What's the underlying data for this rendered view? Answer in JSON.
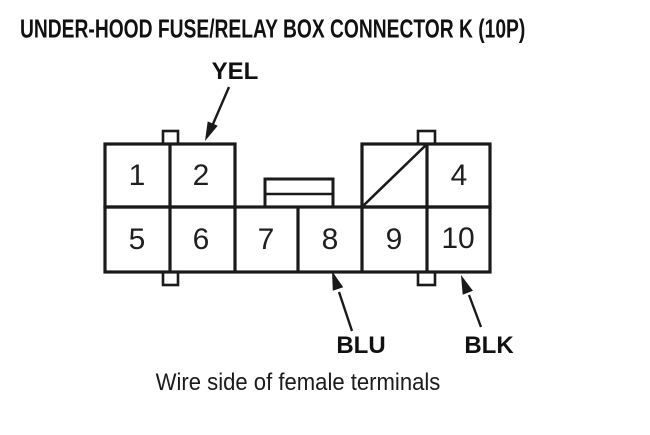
{
  "title": "UNDER-HOOD FUSE/RELAY BOX CONNECTOR K (10P)",
  "caption": "Wire side of female terminals",
  "colors": {
    "ink": "#1a1a1a",
    "paper": "#ffffff"
  },
  "wire_labels": {
    "yel": "YEL",
    "blu": "BLU",
    "blk": "BLK"
  },
  "connector": {
    "terminals": {
      "pin1": "1",
      "pin2": "2",
      "pin4": "4",
      "pin5": "5",
      "pin6": "6",
      "pin7": "7",
      "pin8": "8",
      "pin9": "9",
      "pin10": "10"
    }
  }
}
